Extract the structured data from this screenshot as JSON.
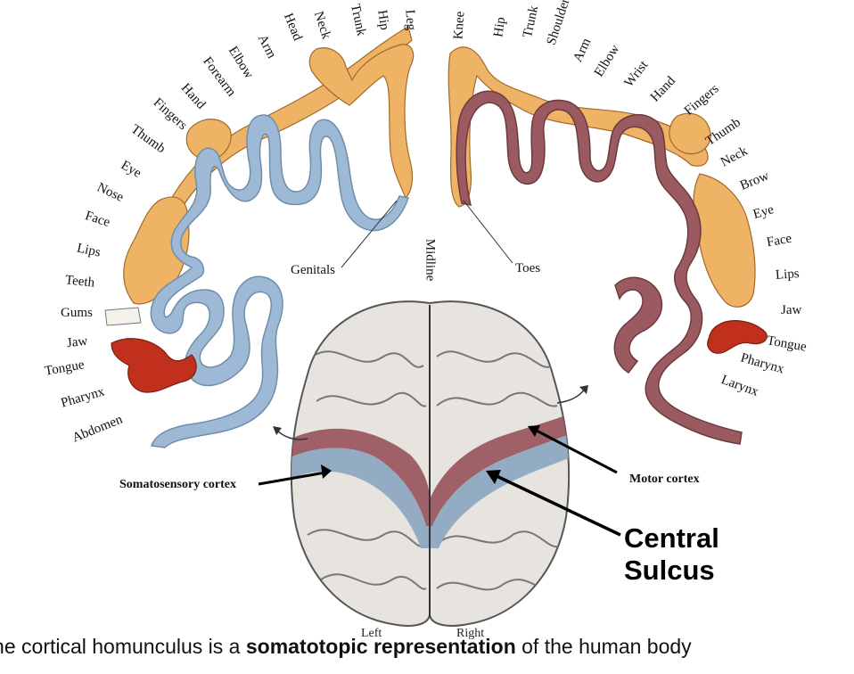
{
  "left_homunculus": {
    "title": "Somatosensory cortex",
    "parts": [
      "Leg",
      "Hip",
      "Trunk",
      "Neck",
      "Head",
      "Arm",
      "Elbow",
      "Forearm",
      "Hand",
      "Fingers",
      "Thumb",
      "Eye",
      "Nose",
      "Face",
      "Lips",
      "Teeth",
      "Gums",
      "Jaw",
      "Tongue",
      "Pharynx",
      "Abdomen"
    ],
    "callout": "Genitals"
  },
  "right_homunculus": {
    "title": "Motor cortex",
    "parts": [
      "Knee",
      "Hip",
      "Trunk",
      "Shoulder",
      "Arm",
      "Elbow",
      "Wrist",
      "Hand",
      "Fingers",
      "Thumb",
      "Neck",
      "Brow",
      "Eye",
      "Face",
      "Lips",
      "Jaw",
      "Tongue",
      "Pharynx",
      "Larynx"
    ],
    "callout": "Toes"
  },
  "midline_label": "Midline",
  "hemisphere_labels": {
    "left": "Left",
    "right": "Right"
  },
  "central_sulcus": {
    "line1": "Central",
    "line2": "Sulcus"
  },
  "caption": {
    "part1": "The cortical homunculus is a ",
    "bold": "somatotopic representation",
    "part2": " of the human body"
  },
  "colors": {
    "sensory": "#9db9d6",
    "motor": "#9b5a60",
    "body": "#efb366",
    "tongue": "#c0301c",
    "brain": "#e7e4df"
  }
}
